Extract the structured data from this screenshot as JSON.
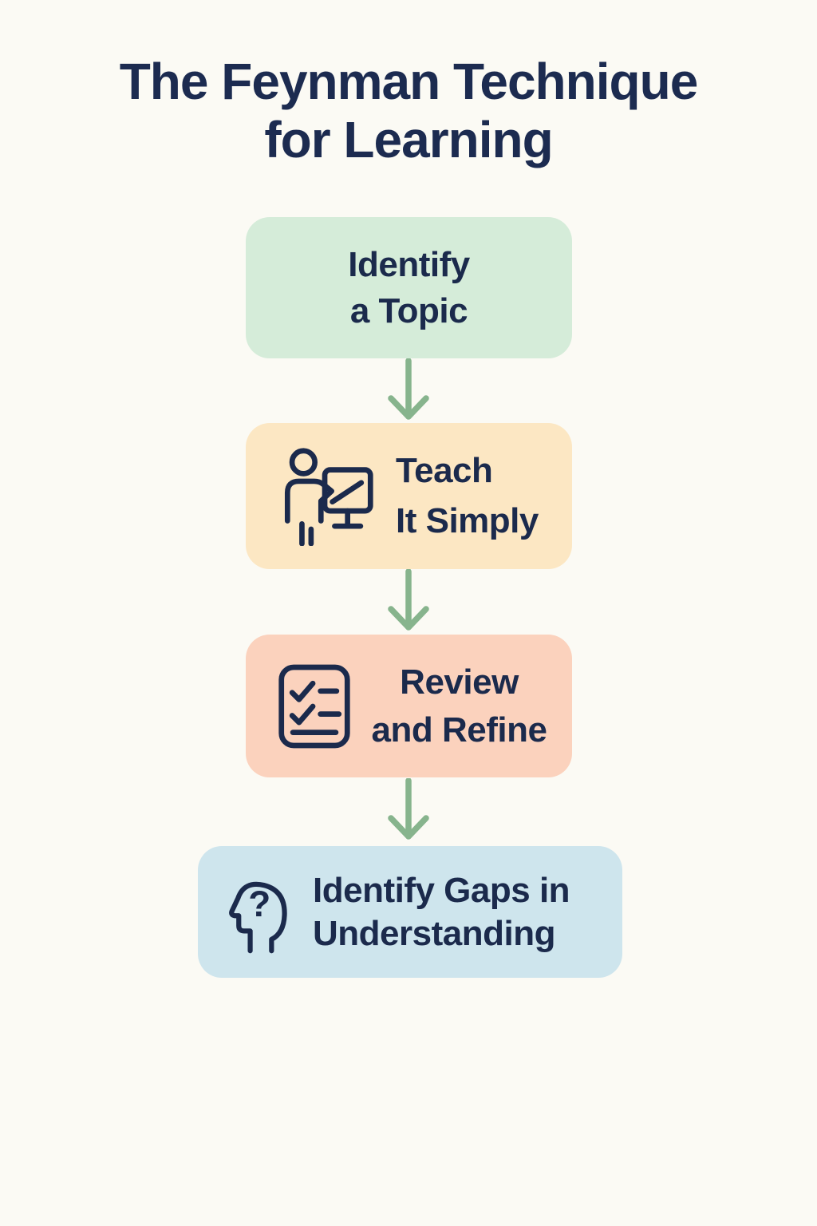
{
  "title": {
    "line1": "The Feynman Technique",
    "line2": "for Learning"
  },
  "steps": [
    {
      "name": "identify-a-topic",
      "line1": "Identify",
      "line2": "a Topic",
      "bg_color": "#d5ecd9",
      "icon": null
    },
    {
      "name": "teach-it-simply",
      "line1": "Teach",
      "line2": "It Simply",
      "bg_color": "#fce7c3",
      "icon": "presenter-at-whiteboard-icon"
    },
    {
      "name": "review-and-refine",
      "line1": "Review",
      "line2": "and Refine",
      "bg_color": "#fbd2bd",
      "icon": "checklist-icon"
    },
    {
      "name": "identify-gaps-in-understanding",
      "line1": "Identify Gaps in",
      "line2": "Understanding",
      "bg_color": "#cee5ed",
      "icon": "head-question-icon"
    }
  ],
  "icons": {
    "head_question_glyph": "?"
  },
  "colors": {
    "background": "#fbfaf4",
    "text": "#1b2a4c",
    "title_text": "#1c2b50",
    "arrow": "#87b48d"
  }
}
